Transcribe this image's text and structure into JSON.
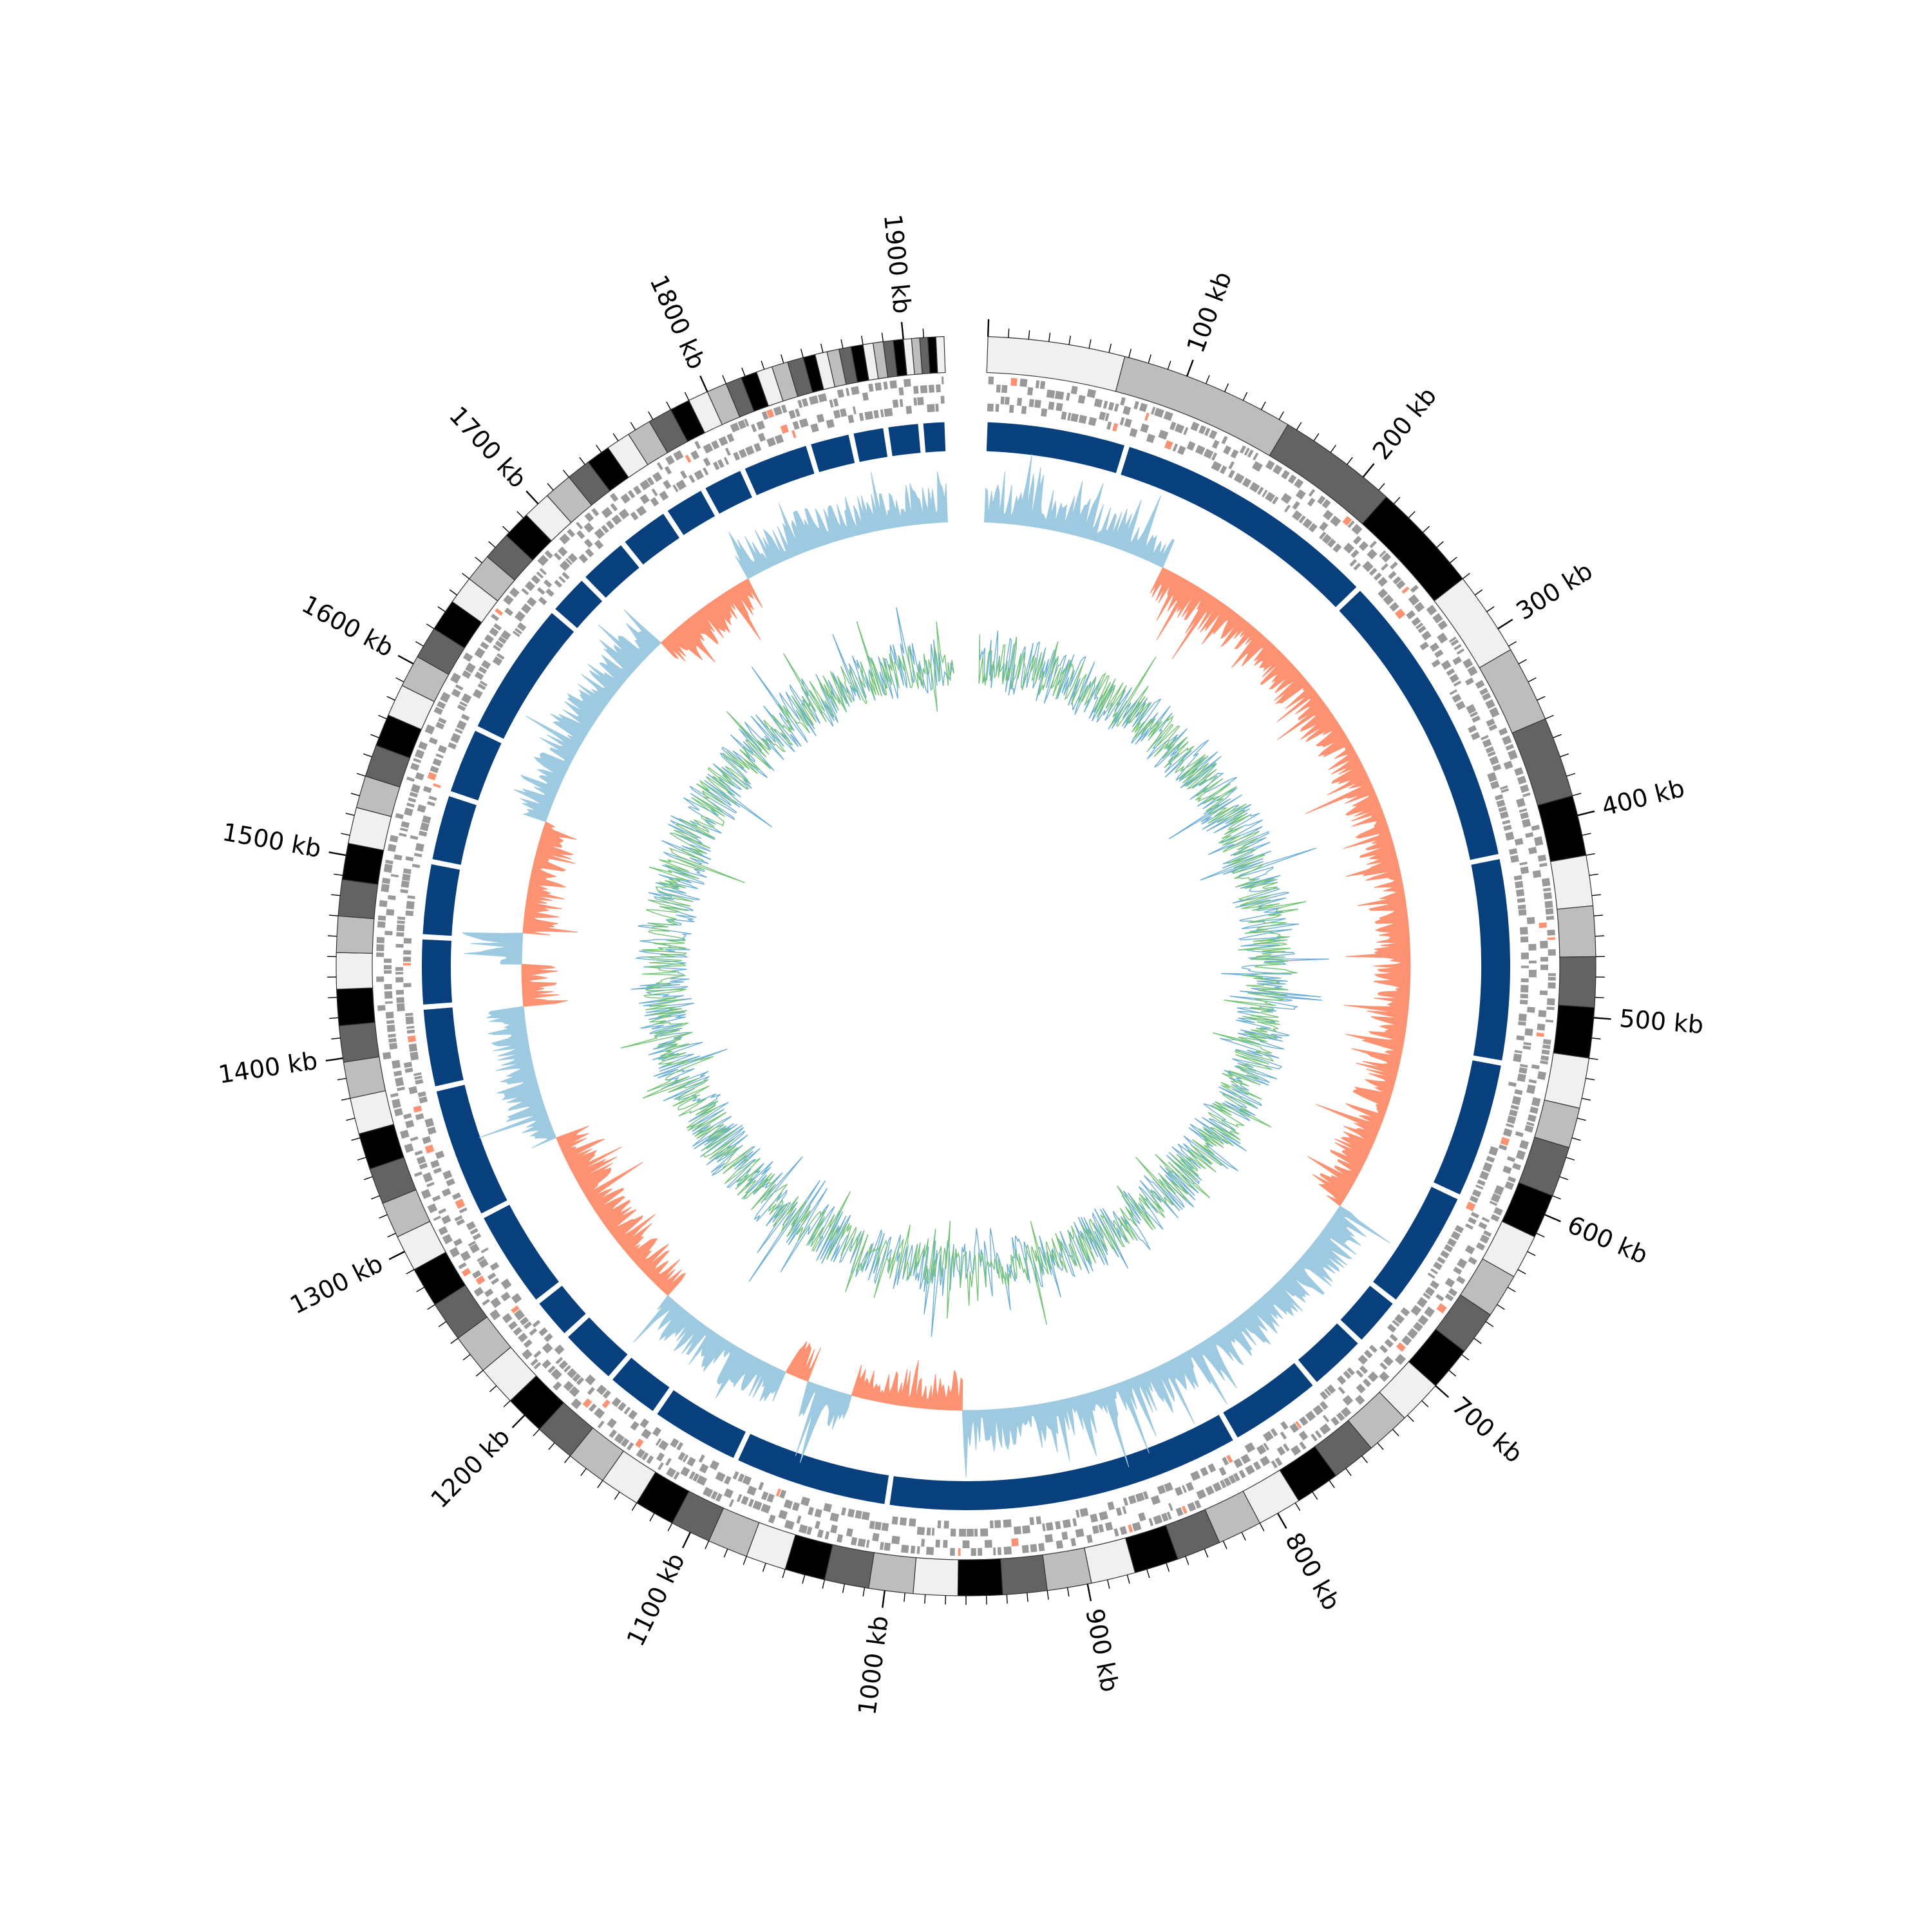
{
  "chart_data": {
    "type": "circos",
    "genome_length_kb": 1920,
    "ticks": {
      "major_step_kb": 100,
      "minor_step_kb": 10,
      "labels": [
        "100 kb",
        "200 kb",
        "300 kb",
        "400 kb",
        "500 kb",
        "600 kb",
        "700 kb",
        "800 kb",
        "900 kb",
        "1000 kb",
        "1100 kb",
        "1200 kb",
        "1300 kb",
        "1400 kb",
        "1500 kb",
        "1600 kb",
        "1700 kb",
        "1800 kb",
        "1900 kb"
      ]
    },
    "ideogram_bands": {
      "band_colors": [
        "#f0f0f0",
        "#bdbdbd",
        "#636363",
        "#000000"
      ],
      "segments_kb": [
        [
          0,
          68
        ],
        [
          68,
          155
        ],
        [
          155,
          215
        ],
        [
          215,
          270
        ],
        [
          270,
          312
        ],
        [
          312,
          350
        ],
        [
          350,
          390
        ],
        [
          390,
          420
        ],
        [
          420,
          445
        ],
        [
          445,
          470
        ],
        [
          470,
          495
        ],
        [
          495,
          520
        ],
        [
          520,
          545
        ],
        [
          545,
          565
        ],
        [
          565,
          590
        ],
        [
          590,
          612
        ],
        [
          612,
          634
        ],
        [
          634,
          656
        ],
        [
          656,
          678
        ],
        [
          678,
          700
        ],
        [
          700,
          722
        ],
        [
          722,
          744
        ],
        [
          744,
          766
        ],
        [
          766,
          788
        ],
        [
          788,
          810
        ],
        [
          810,
          832
        ],
        [
          832,
          854
        ],
        [
          854,
          876
        ],
        [
          876,
          898
        ],
        [
          898,
          920
        ],
        [
          920,
          942
        ],
        [
          942,
          964
        ],
        [
          964,
          986
        ],
        [
          986,
          1008
        ],
        [
          1008,
          1030
        ],
        [
          1030,
          1050
        ],
        [
          1050,
          1070
        ],
        [
          1070,
          1090
        ],
        [
          1090,
          1110
        ],
        [
          1110,
          1130
        ],
        [
          1130,
          1150
        ],
        [
          1150,
          1170
        ],
        [
          1170,
          1190
        ],
        [
          1190,
          1210
        ],
        [
          1210,
          1230
        ],
        [
          1230,
          1250
        ],
        [
          1250,
          1270
        ],
        [
          1270,
          1290
        ],
        [
          1290,
          1308
        ],
        [
          1308,
          1326
        ],
        [
          1326,
          1344
        ],
        [
          1344,
          1362
        ],
        [
          1362,
          1380
        ],
        [
          1380,
          1398
        ],
        [
          1398,
          1416
        ],
        [
          1416,
          1434
        ],
        [
          1434,
          1452
        ],
        [
          1452,
          1470
        ],
        [
          1470,
          1488
        ],
        [
          1488,
          1506
        ],
        [
          1506,
          1524
        ],
        [
          1524,
          1540
        ],
        [
          1540,
          1556
        ],
        [
          1556,
          1572
        ],
        [
          1572,
          1588
        ],
        [
          1588,
          1604
        ],
        [
          1604,
          1620
        ],
        [
          1620,
          1636
        ],
        [
          1636,
          1650
        ],
        [
          1650,
          1664
        ],
        [
          1664,
          1678
        ],
        [
          1678,
          1692
        ],
        [
          1692,
          1706
        ],
        [
          1706,
          1720
        ],
        [
          1720,
          1732
        ],
        [
          1732,
          1744
        ],
        [
          1744,
          1756
        ],
        [
          1756,
          1768
        ],
        [
          1768,
          1780
        ],
        [
          1780,
          1790
        ],
        [
          1790,
          1800
        ],
        [
          1800,
          1810
        ],
        [
          1810,
          1818
        ],
        [
          1818,
          1826
        ],
        [
          1826,
          1834
        ],
        [
          1834,
          1842
        ],
        [
          1842,
          1850
        ],
        [
          1850,
          1856
        ],
        [
          1856,
          1862
        ],
        [
          1862,
          1868
        ],
        [
          1868,
          1874
        ],
        [
          1874,
          1880
        ],
        [
          1880,
          1885
        ],
        [
          1885,
          1890
        ],
        [
          1890,
          1895
        ],
        [
          1895,
          1900
        ],
        [
          1900,
          1904
        ],
        [
          1904,
          1908
        ],
        [
          1908,
          1912
        ],
        [
          1912,
          1916
        ],
        [
          1916,
          1920
        ]
      ]
    },
    "tracks": {
      "gene_tracks": {
        "color": "#999999",
        "highlight_color": "#fc9272"
      },
      "contig_track": {
        "color": "#08407e",
        "gaps_kb": [
          82,
          238,
          412,
          530,
          610,
          680,
          710,
          745,
          800,
          1005,
          1095,
          1148,
          1180,
          1215,
          1240,
          1298,
          1375,
          1422,
          1462,
          1505,
          1545,
          1585,
          1665,
          1690,
          1720,
          1750,
          1775,
          1800,
          1840,
          1865,
          1885,
          1905
        ]
      },
      "skew_track": {
        "positive_color": "#9ecae1",
        "negative_color": "#fc9272"
      },
      "gc_track": {
        "color_a": "#6baed6",
        "color_b": "#74c476"
      }
    }
  }
}
